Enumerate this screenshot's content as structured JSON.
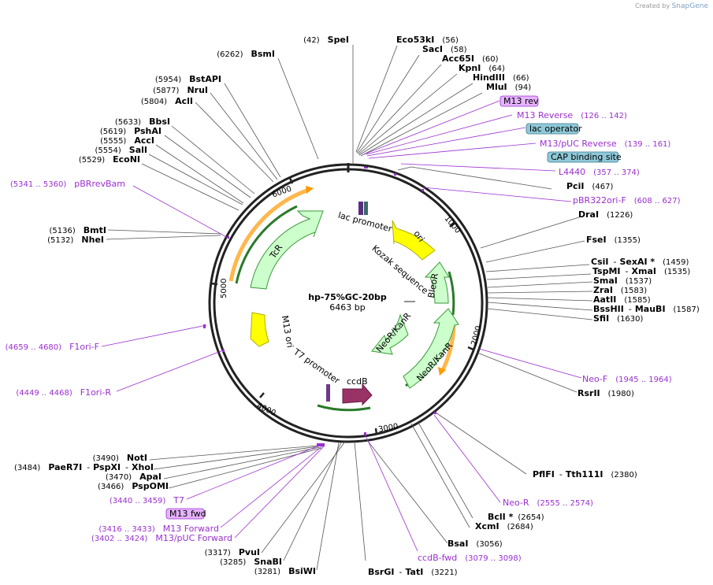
{
  "brand": {
    "created_by": "Created by",
    "name": "SnapGene"
  },
  "plasmid": {
    "name": "hp-75%GC-20bp",
    "size": "6463 bp"
  },
  "ticks": [
    "1000",
    "2000",
    "3000",
    "4000",
    "5000",
    "6000"
  ],
  "features": {
    "lac_promoter": "lac promoter",
    "ori": "ori",
    "kozak": "Kozak sequence",
    "bleor": "BleoR",
    "neor_kanr_inner": "NeoR/KanR",
    "neor_kanr_outer": "NeoR/KanR",
    "ccdb": "ccdB",
    "t7_promoter": "T7 promoter",
    "m13_ori": "M13 ori",
    "tcr": "TcR"
  },
  "boxes": {
    "m13rev": "M13 rev",
    "lac_operator": "lac operator",
    "cap": "CAP binding site",
    "m13fwd": "M13 fwd"
  },
  "sites_right": [
    {
      "name": "Eco53kI",
      "pos": "(56)"
    },
    {
      "name": "SacI",
      "pos": "(58)"
    },
    {
      "name": "Acc65I",
      "pos": "(60)"
    },
    {
      "name": "KpnI",
      "pos": "(64)"
    },
    {
      "name": "HindIII",
      "pos": "(66)"
    },
    {
      "name": "MluI",
      "pos": "(94)"
    },
    {
      "name": "M13 Reverse",
      "pos": "(126 .. 142)"
    },
    {
      "name": "M13/pUC Reverse",
      "pos": "(139 .. 161)"
    },
    {
      "name": "L4440",
      "pos": "(357 .. 374)"
    },
    {
      "name": "PciI",
      "pos": "(467)"
    },
    {
      "name": "pBR322ori-F",
      "pos": "(608 .. 627)"
    },
    {
      "name": "DraI",
      "pos": "(1226)"
    },
    {
      "name": "FseI",
      "pos": "(1355)"
    },
    {
      "name": "CsiI",
      "name2": "SexAI *",
      "pos": "(1459)"
    },
    {
      "name": "TspMI",
      "name2": "XmaI",
      "pos": "(1535)"
    },
    {
      "name": "SmaI",
      "pos": "(1537)"
    },
    {
      "name": "ZraI",
      "pos": "(1583)"
    },
    {
      "name": "AatII",
      "pos": "(1585)"
    },
    {
      "name": "BssHII",
      "name2": "MauBI",
      "pos": "(1587)"
    },
    {
      "name": "SfiI",
      "pos": "(1630)"
    },
    {
      "name": "Neo-F",
      "pos": "(1945 .. 1964)"
    },
    {
      "name": "RsrII",
      "pos": "(1980)"
    },
    {
      "name": "PflFI",
      "name2": "Tth111I",
      "pos": "(2380)"
    },
    {
      "name": "Neo-R",
      "pos": "(2555 .. 2574)"
    },
    {
      "name": "BclI *",
      "pos": "(2654)"
    },
    {
      "name": "XcmI",
      "pos": "(2684)"
    },
    {
      "name": "BsaI",
      "pos": "(3056)"
    },
    {
      "name": "ccdB-fwd",
      "pos": "(3079 .. 3098)"
    },
    {
      "name": "BsrGI",
      "name2": "TatI",
      "pos": "(3221)"
    }
  ],
  "sites_left": [
    {
      "name": "SpeI",
      "pos": "(42)"
    },
    {
      "name": "BsmI",
      "pos": "(6262)"
    },
    {
      "name": "BstAPI",
      "pos": "(5954)"
    },
    {
      "name": "NruI",
      "pos": "(5877)"
    },
    {
      "name": "AclI",
      "pos": "(5804)"
    },
    {
      "name": "BbsI",
      "pos": "(5633)"
    },
    {
      "name": "PshAI",
      "pos": "(5619)"
    },
    {
      "name": "AccI",
      "pos": "(5555)"
    },
    {
      "name": "SalI",
      "pos": "(5554)"
    },
    {
      "name": "EcoNI",
      "pos": "(5529)"
    },
    {
      "name": "pBRrevBam",
      "pos": "(5341 .. 5360)"
    },
    {
      "name": "BmtI",
      "pos": "(5136)"
    },
    {
      "name": "NheI",
      "pos": "(5132)"
    },
    {
      "name": "F1ori-F",
      "pos": "(4659 .. 4680)"
    },
    {
      "name": "F1ori-R",
      "pos": "(4449 .. 4468)"
    },
    {
      "name": "NotI",
      "pos": "(3490)"
    },
    {
      "name": "PaeR7I",
      "name2": "PspXI",
      "name3": "XhoI",
      "pos": "(3484)"
    },
    {
      "name": "ApaI",
      "pos": "(3470)"
    },
    {
      "name": "PspOMI",
      "pos": "(3466)"
    },
    {
      "name": "T7",
      "pos": "(3440 .. 3459)"
    },
    {
      "name": "M13 Forward",
      "pos": "(3416 .. 3433)"
    },
    {
      "name": "M13/pUC Forward",
      "pos": "(3402 .. 3424)"
    },
    {
      "name": "PvuI",
      "pos": "(3317)"
    },
    {
      "name": "SnaBI",
      "pos": "(3285)"
    },
    {
      "name": "BsiWI",
      "pos": "(3281)"
    }
  ],
  "colors": {
    "primer": "#9a2fcf",
    "feature_green": "#ccffcc",
    "ori_yellow": "#ffff00",
    "ccdb": "#993366",
    "box_purple": "#e6b3ff",
    "box_teal": "#8fc9d9",
    "orange": "#ff9900"
  }
}
